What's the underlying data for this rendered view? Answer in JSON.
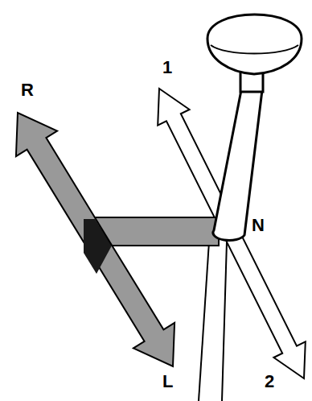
{
  "diagram": {
    "labels": [
      "R",
      "1",
      "N",
      "L",
      "2"
    ]
  }
}
